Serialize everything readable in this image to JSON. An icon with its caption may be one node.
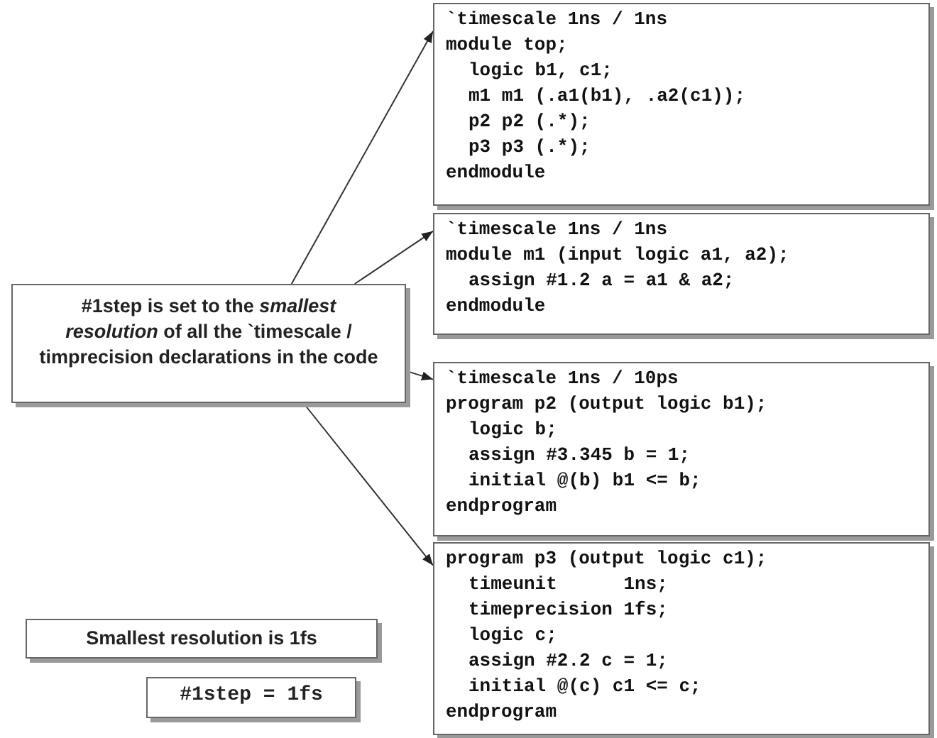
{
  "diagram": {
    "nodes": [
      {
        "text": [
          "#1step is set to the *smallest resolution* of all the `timescale / timprecision declarations in the code"
        ]
      },
      {
        "text": [
          "`timescale 1ns / 1ns",
          "module top;",
          "logic b1, c1;",
          "m1 m1 (.a1(b1), .a2(c1));",
          "p2 p2 (.*);",
          "p3 p3 (.*);",
          "endmodule"
        ]
      },
      {
        "text": [
          "`timescale 1ns / 1ns",
          "module m1 (input logic a1, a2);",
          "assign #1.2 a = a1 & a2;",
          "endmodule"
        ]
      },
      {
        "text": [
          "`timescale 1ns / 10ps",
          "program p2 (output logic b1);",
          "logic b;",
          "assign #3.345 b = 1;",
          "initial @(b) b1 <= b;",
          "endprogram"
        ]
      },
      {
        "text": [
          "program p3 (output logic c1);",
          "timeunit      1ns;",
          "timeprecision 1fs;",
          "logic c;",
          "assign #2.2 c = 1;",
          "initial @(c) c1 <= c;",
          "endprogram"
        ]
      },
      {
        "text": [
          "Smallest resolution is 1fs"
        ]
      },
      {
        "text": [
          "#1step = 1fs"
        ]
      }
    ],
    "edges": [
      {
        "from": 0,
        "to": 1,
        "arrow": "to"
      },
      {
        "from": 0,
        "to": 2,
        "arrow": "to"
      },
      {
        "from": 0,
        "to": 3,
        "arrow": "to"
      },
      {
        "from": 0,
        "to": 4,
        "arrow": "to"
      }
    ]
  }
}
